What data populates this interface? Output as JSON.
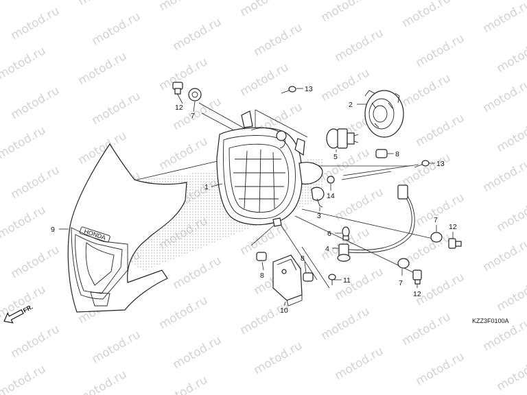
{
  "diagram": {
    "watermark_text": "motod.ru",
    "drawing_code": "KZZ3F0100A",
    "front_arrow_label": "FR.",
    "cowl_logo_text": "HONDA",
    "callouts": {
      "c1": "1",
      "c2": "2",
      "c3": "3",
      "c4": "4",
      "c5": "5",
      "c6": "6",
      "c7a": "7",
      "c7b": "7",
      "c7c": "7",
      "c8a": "8",
      "c8b": "8",
      "c8c": "8",
      "c9": "9",
      "c10": "10",
      "c11": "11",
      "c12a": "12",
      "c12b": "12",
      "c12c": "12",
      "c13a": "13",
      "c13b": "13",
      "c14": "14"
    }
  }
}
